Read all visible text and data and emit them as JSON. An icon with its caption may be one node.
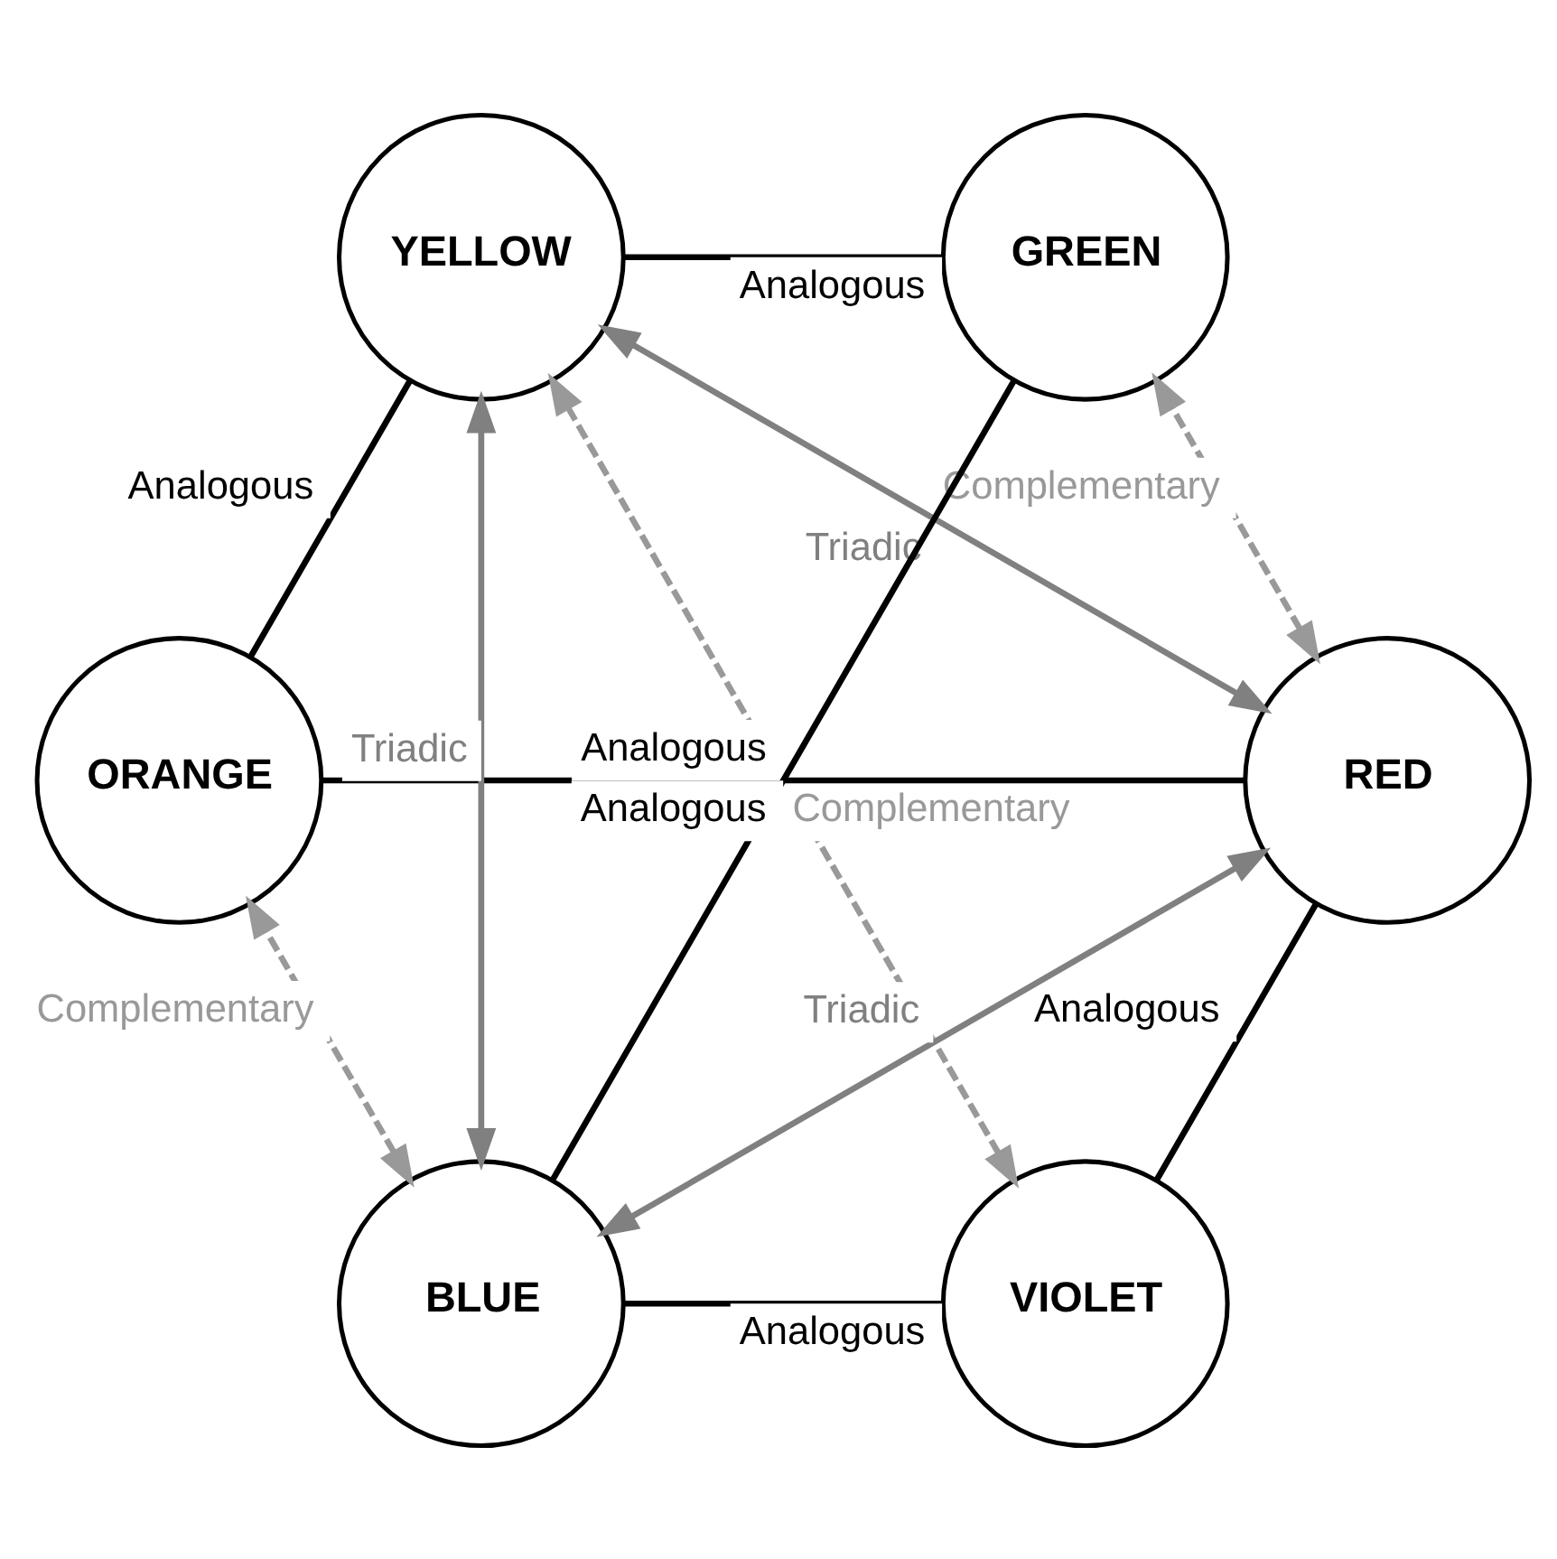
{
  "diagram": {
    "nodes": [
      {
        "text": [
          "VIOLET"
        ]
      },
      {
        "text": [
          "RED"
        ]
      },
      {
        "text": [
          "BLUE"
        ]
      },
      {
        "text": [
          "ORANGE"
        ]
      },
      {
        "text": [
          "GREEN"
        ]
      },
      {
        "text": [
          "YELLOW"
        ]
      }
    ],
    "edges": [
      {
        "from": 0,
        "to": 1,
        "arrow": "none",
        "label": "Analogous"
      },
      {
        "from": 1,
        "to": 3,
        "arrow": "none",
        "label": "Analogous"
      },
      {
        "from": 3,
        "to": 5,
        "arrow": "none",
        "label": "Analogous"
      },
      {
        "from": 4,
        "to": 5,
        "arrow": "none",
        "label": "Analogous"
      },
      {
        "from": 2,
        "to": 4,
        "arrow": "none",
        "label": "Analogous"
      },
      {
        "from": 0,
        "to": 2,
        "arrow": "none",
        "label": "Analogous"
      },
      {
        "from": 2,
        "to": 1,
        "arrow": "both",
        "label": "Triadic",
        "color": "#808080"
      },
      {
        "from": 1,
        "to": 5,
        "arrow": "both",
        "label": "Triadic",
        "color": "#808080"
      },
      {
        "from": 2,
        "to": 5,
        "arrow": "both",
        "label": "Triadic",
        "color": "#808080"
      },
      {
        "from": 2,
        "to": 3,
        "arrow": "both",
        "label": "Complementary",
        "style": "dashed",
        "color": "#999999"
      },
      {
        "from": 1,
        "to": 4,
        "arrow": "both",
        "label": "Complementary",
        "style": "dashed",
        "color": "#999999"
      },
      {
        "from": 0,
        "to": 5,
        "arrow": "both",
        "label": "Complementary",
        "style": "dashed",
        "color": "#999999"
      }
    ]
  }
}
